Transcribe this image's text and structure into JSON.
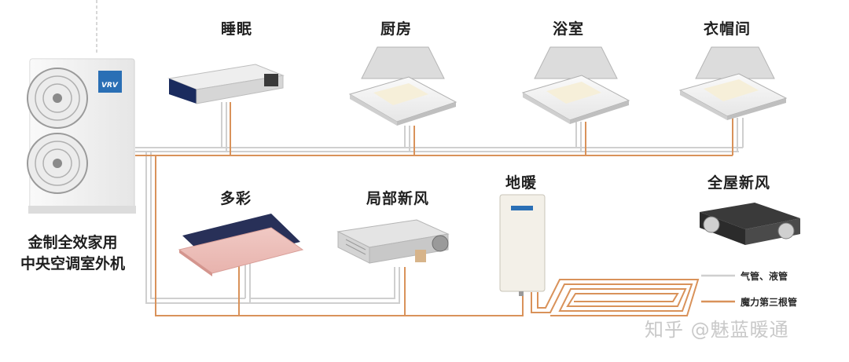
{
  "outdoor_unit": {
    "label_line1": "金制全效家用",
    "label_line2": "中央空调室外机",
    "badge_icon": "daikin-logo-icon"
  },
  "top_row": [
    {
      "label": "睡眠",
      "type": "ducted-unit"
    },
    {
      "label": "厨房",
      "type": "cassette-unit"
    },
    {
      "label": "浴室",
      "type": "cassette-unit"
    },
    {
      "label": "衣帽间",
      "type": "cassette-unit"
    }
  ],
  "bottom_row": [
    {
      "label": "多彩",
      "type": "one-way-cassette-unit"
    },
    {
      "label": "局部新风",
      "type": "ducted-fresh-air-unit"
    },
    {
      "label": "地暖",
      "type": "floor-heating-unit"
    },
    {
      "label": "全屋新风",
      "type": "ventilation-unit"
    }
  ],
  "legend": [
    {
      "label": "气管、液管",
      "color": "#cfcfcf"
    },
    {
      "label": "魔力第三根管",
      "color": "#d9925a"
    }
  ],
  "watermark": "知乎 @魅蓝暖通",
  "colors": {
    "gray_pipe": "#cfcfcf",
    "orange_pipe": "#d9925a"
  }
}
